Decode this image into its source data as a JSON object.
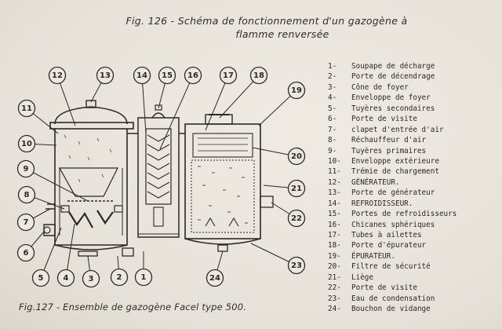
{
  "figure": {
    "title_line1": "Fig. 126 - Schéma de fonctionnement d'un gazogène à",
    "title_line2": "flamme renversée",
    "caption": "Fig.127 - Ensemble de gazogène Facel type 500."
  },
  "callouts": [
    "1",
    "2",
    "3",
    "4",
    "5",
    "6",
    "7",
    "8",
    "9",
    "10",
    "11",
    "12",
    "13",
    "14",
    "15",
    "16",
    "17",
    "18",
    "19",
    "20",
    "21",
    "22",
    "23",
    "24"
  ],
  "legend": [
    {
      "num": "1-",
      "text": "Soupape de décharge"
    },
    {
      "num": "2-",
      "text": "Porte de décendrage"
    },
    {
      "num": "3-",
      "text": "Cône de foyer"
    },
    {
      "num": "4-",
      "text": "Enveloppe de foyer"
    },
    {
      "num": "5-",
      "text": "Tuyères secondaires"
    },
    {
      "num": "6-",
      "text": "Porte de visite"
    },
    {
      "num": "7-",
      "text": "clapet d'entrée d'air"
    },
    {
      "num": "8-",
      "text": "Réchauffeur d'air"
    },
    {
      "num": "9-",
      "text": "Tuyères primaires"
    },
    {
      "num": "10-",
      "text": "Enveloppe extérieure"
    },
    {
      "num": "11-",
      "text": "Trémie de chargement"
    },
    {
      "num": "12-",
      "text": "GÉNÉRATEUR."
    },
    {
      "num": "13-",
      "text": "Porte de générateur"
    },
    {
      "num": "14-",
      "text": "REFROIDISSEUR."
    },
    {
      "num": "15-",
      "text": "Portes de refroidisseurs"
    },
    {
      "num": "16-",
      "text": "Chicanes sphériques"
    },
    {
      "num": "17-",
      "text": "Tubes à ailettes"
    },
    {
      "num": "18-",
      "text": "Porte d'épurateur"
    },
    {
      "num": "19-",
      "text": "ÉPURATEUR."
    },
    {
      "num": "20-",
      "text": "Filtre de sécurité"
    },
    {
      "num": "21-",
      "text": "Liège"
    },
    {
      "num": "22-",
      "text": "Porte de visite"
    },
    {
      "num": "23-",
      "text": "Eau de condensation"
    },
    {
      "num": "24-",
      "text": "Bouchon de vidange"
    }
  ]
}
